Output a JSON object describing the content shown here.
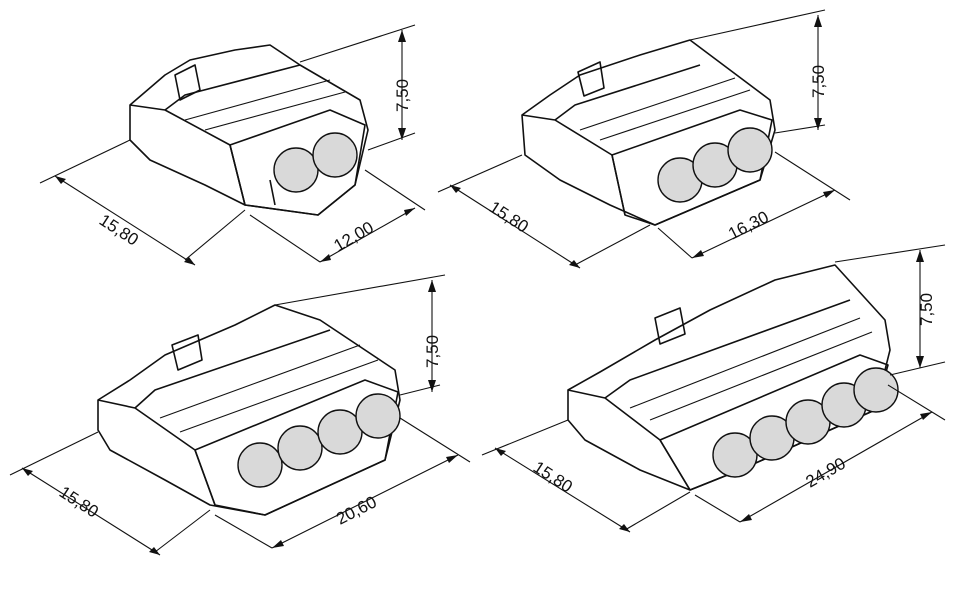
{
  "connectors": [
    {
      "id": "2-pole",
      "poles": 2,
      "labels": {
        "width": "15,80",
        "length": "12,00",
        "height": "7,50"
      }
    },
    {
      "id": "3-pole",
      "poles": 3,
      "labels": {
        "width": "15,80",
        "length": "16,30",
        "height": "7,50"
      }
    },
    {
      "id": "4-pole",
      "poles": 4,
      "labels": {
        "width": "15,80",
        "length": "20,60",
        "height": "7,50"
      }
    },
    {
      "id": "5-pole",
      "poles": 5,
      "labels": {
        "width": "15,80",
        "length": "24,90",
        "height": "7,50"
      }
    }
  ],
  "colors": {
    "housing": "#7f7f7f",
    "housing_shade": "#6a6a6a",
    "hole": "#d9d9d9",
    "ink": "#111111"
  }
}
